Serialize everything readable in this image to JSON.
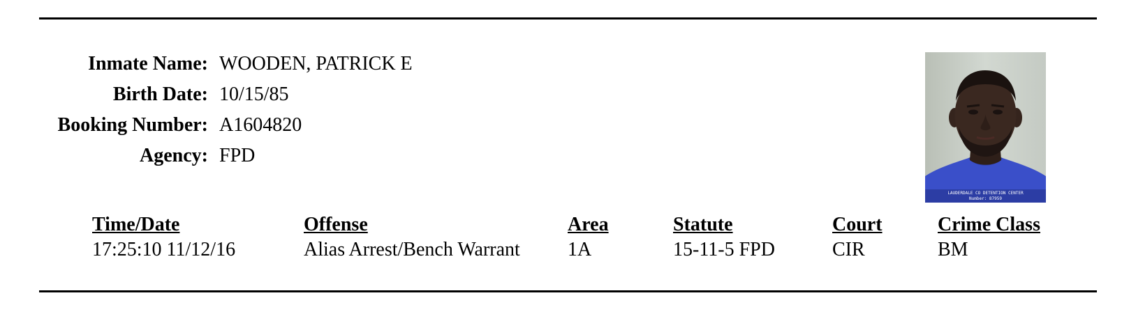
{
  "inmate": {
    "fields": [
      {
        "label": "Inmate Name:",
        "value": "WOODEN, PATRICK E"
      },
      {
        "label": "Birth Date:",
        "value": "10/15/85"
      },
      {
        "label": "Booking Number:",
        "value": "A1604820"
      },
      {
        "label": "Agency:",
        "value": "FPD"
      }
    ]
  },
  "photo": {
    "caption_line1": "LAUDERDALE CO DETENTION CENTER",
    "caption_line2": "Number: 87959",
    "colors": {
      "wall": "#c9cfc8",
      "shirt": "#3a4fc9",
      "skin": "#3a2820"
    }
  },
  "charges": {
    "headers": {
      "time_date": "Time/Date",
      "offense": "Offense",
      "area": "Area",
      "statute": "Statute",
      "court": "Court",
      "crime_class": "Crime Class"
    },
    "rows": [
      {
        "time_date": "17:25:10 11/12/16",
        "offense": "Alias Arrest/Bench Warrant",
        "area": "1A",
        "statute": "15-11-5 FPD",
        "court": "CIR",
        "crime_class": "BM"
      }
    ]
  }
}
